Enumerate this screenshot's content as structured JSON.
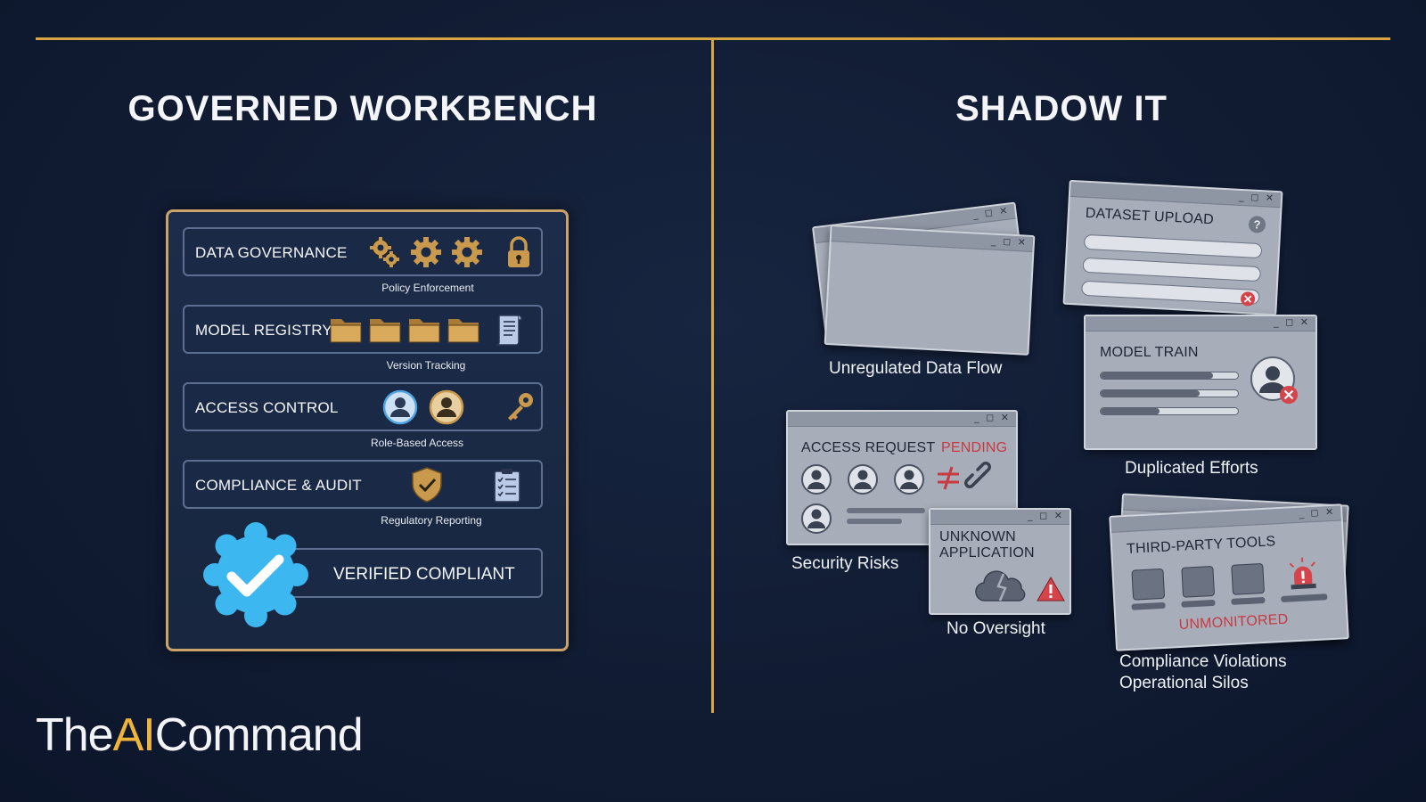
{
  "headings": {
    "left": "GOVERNED WORKBENCH",
    "right": "SHADOW IT"
  },
  "governed": {
    "rows": [
      {
        "label": "DATA GOVERNANCE",
        "caption": "Policy Enforcement",
        "icons": [
          "gears-icon",
          "gear-icon",
          "gear-icon",
          "padlock-icon"
        ]
      },
      {
        "label": "MODEL REGISTRY",
        "caption": "Version Tracking",
        "icons": [
          "folder-icon",
          "folder-icon",
          "folder-icon",
          "folder-icon",
          "document-scroll-icon"
        ]
      },
      {
        "label": "ACCESS CONTROL",
        "caption": "Role-Based Access",
        "icons": [
          "user-avatar-icon",
          "user-avatar-icon",
          "key-icon"
        ]
      },
      {
        "label": "COMPLIANCE & AUDIT",
        "caption": "Regulatory Reporting",
        "icons": [
          "shield-check-icon",
          "clipboard-checklist-icon"
        ]
      }
    ],
    "verified": {
      "label": "VERIFIED COMPLIANT",
      "icon": "verified-badge-icon"
    }
  },
  "shadow": {
    "unregulated": {
      "caption": "Unregulated Data Flow"
    },
    "dataset_upload": {
      "title": "DATASET UPLOAD",
      "icons": [
        "help-icon",
        "error-icon"
      ]
    },
    "model_train": {
      "title": "MODEL TRAIN",
      "caption": "Duplicated Efforts",
      "progress": [
        0.82,
        0.72,
        0.43
      ]
    },
    "access_request": {
      "title": "ACCESS REQUEST",
      "status": "PENDING",
      "caption": "Security Risks"
    },
    "unknown_app": {
      "title_line1": "UNKNOWN",
      "title_line2": "APPLICATION",
      "caption": "No Oversight"
    },
    "third_party": {
      "title": "THIRD-PARTY TOOLS",
      "status": "UNMONITORED",
      "caption_line1": "Compliance Violations",
      "caption_line2": "Operational Silos"
    }
  },
  "window_controls": "_ ◻ ✕",
  "brand": {
    "part1": "The",
    "part2": "AI",
    "part3": "Command"
  },
  "colors": {
    "gold": "#d7a640",
    "background": "#111c33",
    "verified_blue": "#3db7f0",
    "alert_red": "#d4444a"
  }
}
